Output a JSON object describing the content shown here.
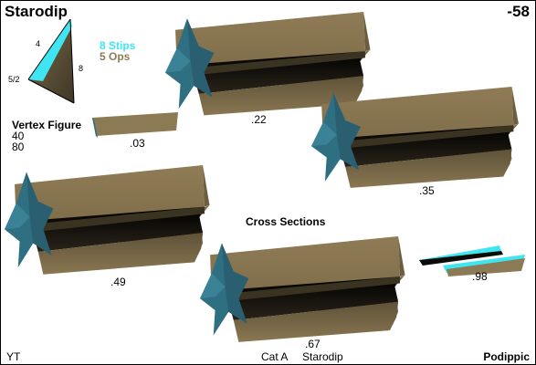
{
  "header": {
    "title": "Starodip",
    "code": "-58"
  },
  "vertex_figure": {
    "edge_labels": [
      "4",
      "5/2",
      "8"
    ],
    "counts": [
      "40",
      "80"
    ],
    "label": "Vertex Figure"
  },
  "legend": {
    "stips": "8 Stips",
    "ops": "5 Ops"
  },
  "cross_sections": {
    "label": "Cross Sections",
    "values": [
      ".22",
      ".03",
      ".35",
      ".49",
      ".67",
      ".98"
    ]
  },
  "footer": {
    "left": "YT",
    "category": "Cat A",
    "name": "Starodip",
    "right": "Podippic"
  },
  "colors": {
    "tan": "#8c7a54",
    "tan_light": "#9e8a60",
    "teal": "#2f6f82",
    "cyan": "#3fe6f2",
    "dark": "#0d0b07",
    "shadow": "#3a3322"
  }
}
